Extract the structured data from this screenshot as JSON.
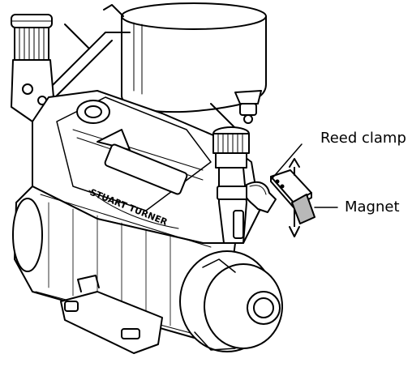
{
  "callouts": {
    "reed_clamp": "Reed clamp",
    "magnet": "Magnet"
  },
  "pump": {
    "brand_text": "STUART TURNER"
  },
  "colors": {
    "line": "#000000",
    "fill": "#ffffff",
    "magnet_fill": "#b8b8b8"
  }
}
